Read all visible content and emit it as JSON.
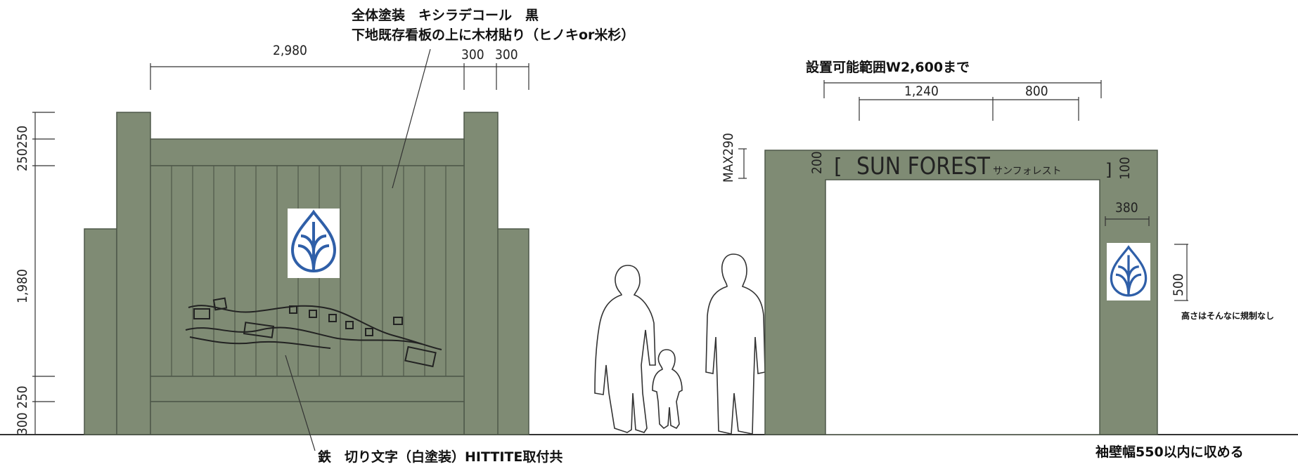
{
  "notes": {
    "paint": "全体塗装　キシラデコール　黒",
    "base": "下地既存看板の上に木材貼り（ヒノキor米杉）",
    "letters": "鉄　切り文字（白塗装）HITTITE取付共",
    "install_range": "設置可能範囲W2,600まで",
    "height_note": "高さはそんなに規制なし",
    "sleeve_wall": "袖壁幅550以内に収める"
  },
  "left_dims": {
    "width_main": "2,980",
    "width_a": "300",
    "width_b": "300",
    "h_top": "250250",
    "h_main": "1,980",
    "h_bottom": "300 250"
  },
  "right_dims": {
    "w1": "1,240",
    "w2": "800",
    "max_h": "MAX290",
    "h200": "200",
    "h100": "100",
    "logo_w": "380",
    "logo_h": "500"
  },
  "sign_text": {
    "main": "SUN FOREST",
    "kana": "サンフォレスト",
    "bracket_open": "[",
    "bracket_close": "]"
  },
  "colors": {
    "wood": "#7f8b74",
    "logo": "#2f5fa8"
  }
}
